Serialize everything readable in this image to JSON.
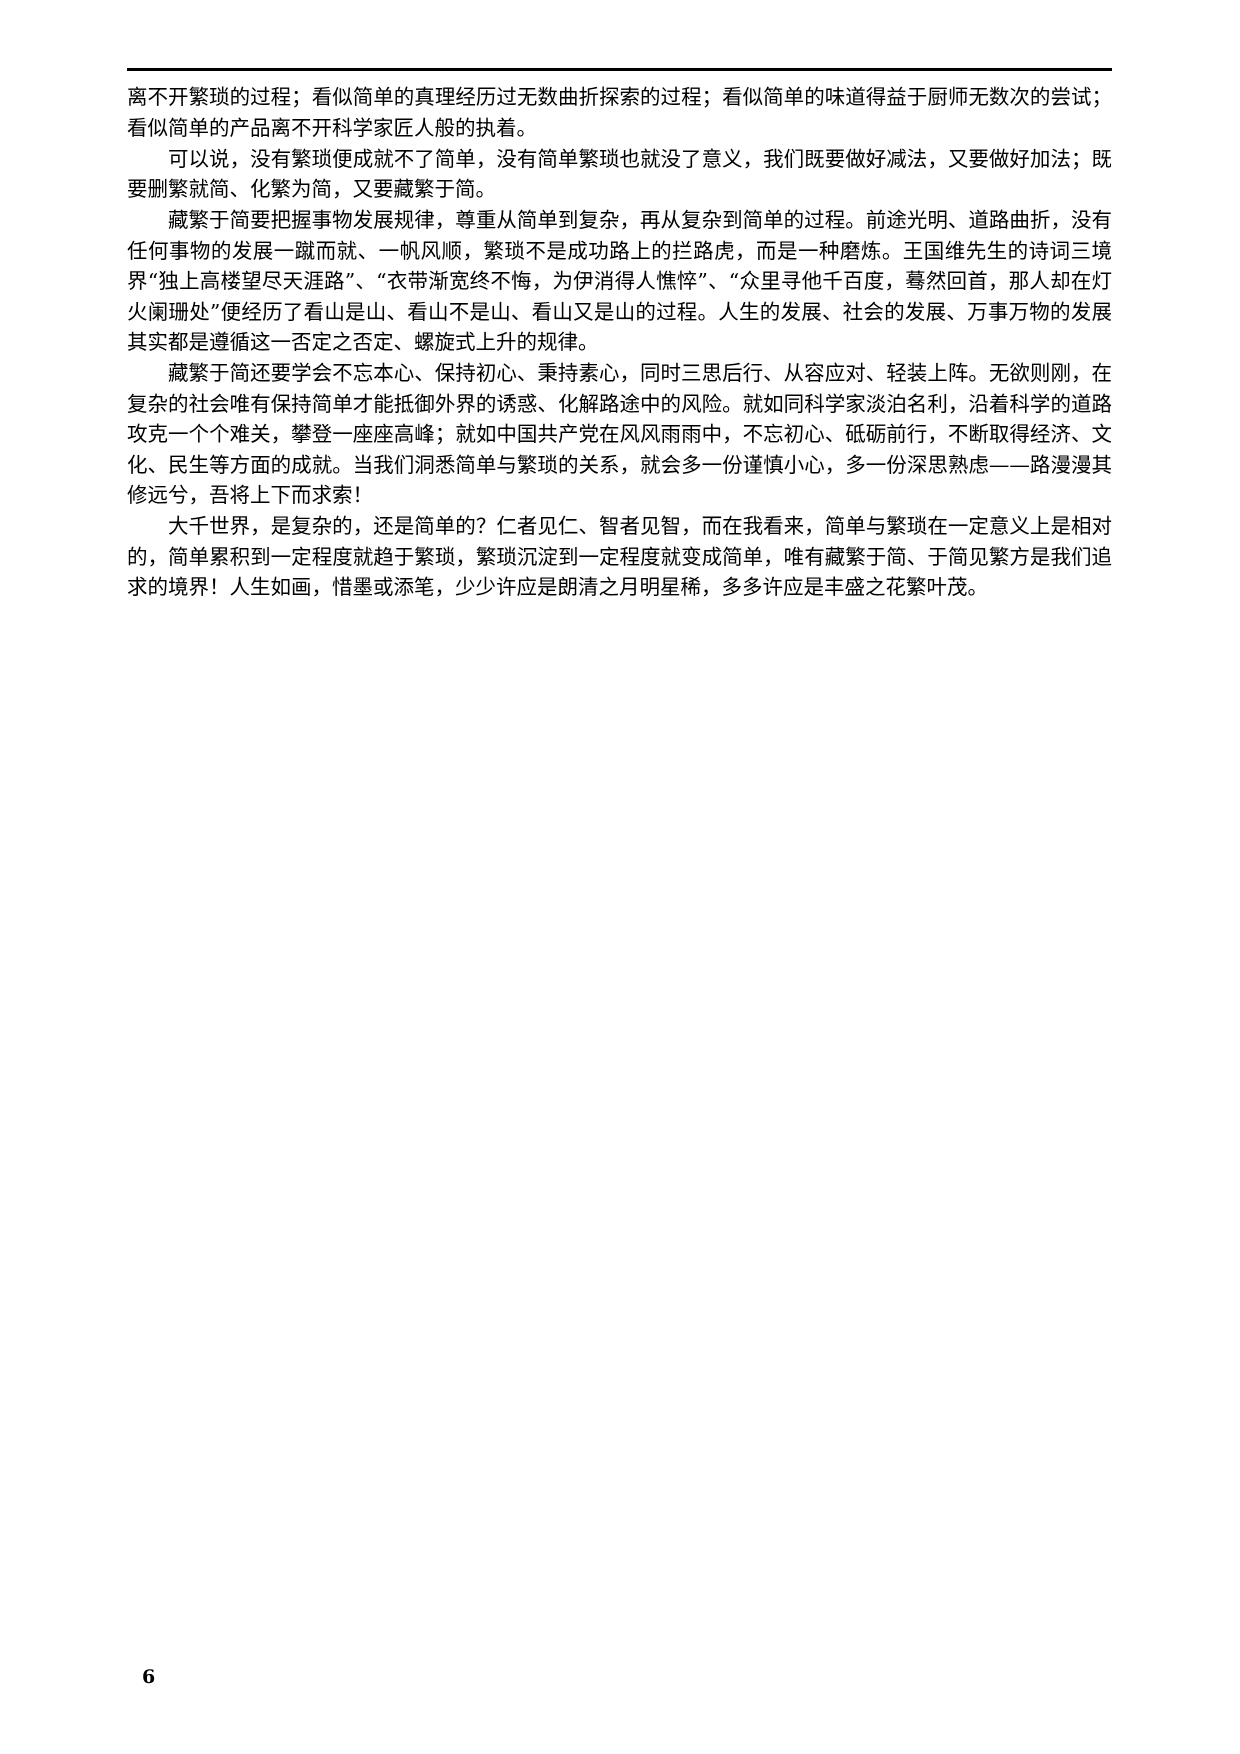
{
  "document": {
    "page_number": "6",
    "header_rule": {
      "color": "#000000"
    },
    "paragraphs": [
      {
        "id": "p1",
        "indent": false,
        "text": "离不开繁琐的过程；看似简单的真理经历过无数曲折探索的过程；看似简单的味道得益于厨师无数次的尝试；看似简单的产品离不开科学家匠人般的执着。"
      },
      {
        "id": "p2",
        "indent": true,
        "text": "可以说，没有繁琐便成就不了简单，没有简单繁琐也就没了意义，我们既要做好减法，又要做好加法；既要删繁就简、化繁为简，又要藏繁于简。"
      },
      {
        "id": "p3",
        "indent": true,
        "text": "藏繁于简要把握事物发展规律，尊重从简单到复杂，再从复杂到简单的过程。前途光明、道路曲折，没有任何事物的发展一蹴而就、一帆风顺，繁琐不是成功路上的拦路虎，而是一种磨炼。王国维先生的诗词三境界“独上高楼望尽天涯路”、“衣带渐宽终不悔，为伊消得人憔悴”、“众里寻他千百度，蓦然回首，那人却在灯火阑珊处”便经历了看山是山、看山不是山、看山又是山的过程。人生的发展、社会的发展、万事万物的发展其实都是遵循这一否定之否定、螺旋式上升的规律。"
      },
      {
        "id": "p4",
        "indent": true,
        "text": "藏繁于简还要学会不忘本心、保持初心、秉持素心，同时三思后行、从容应对、轻装上阵。无欲则刚，在复杂的社会唯有保持简单才能抵御外界的诱惑、化解路途中的风险。就如同科学家淡泊名利，沿着科学的道路攻克一个个难关，攀登一座座高峰；就如中国共产党在风风雨雨中，不忘初心、砥砺前行，不断取得经济、文化、民生等方面的成就。当我们洞悉简单与繁琐的关系，就会多一份谨慎小心，多一份深思熟虑——路漫漫其修远兮，吾将上下而求索！"
      },
      {
        "id": "p5",
        "indent": true,
        "text": "大千世界，是复杂的，还是简单的？仁者见仁、智者见智，而在我看来，简单与繁琐在一定意义上是相对的，简单累积到一定程度就趋于繁琐，繁琐沉淀到一定程度就变成简单，唯有藏繁于简、于简见繁方是我们追求的境界！人生如画，惜墨或添笔，少少许应是朗清之月明星稀，多多许应是丰盛之花繁叶茂。"
      }
    ]
  }
}
